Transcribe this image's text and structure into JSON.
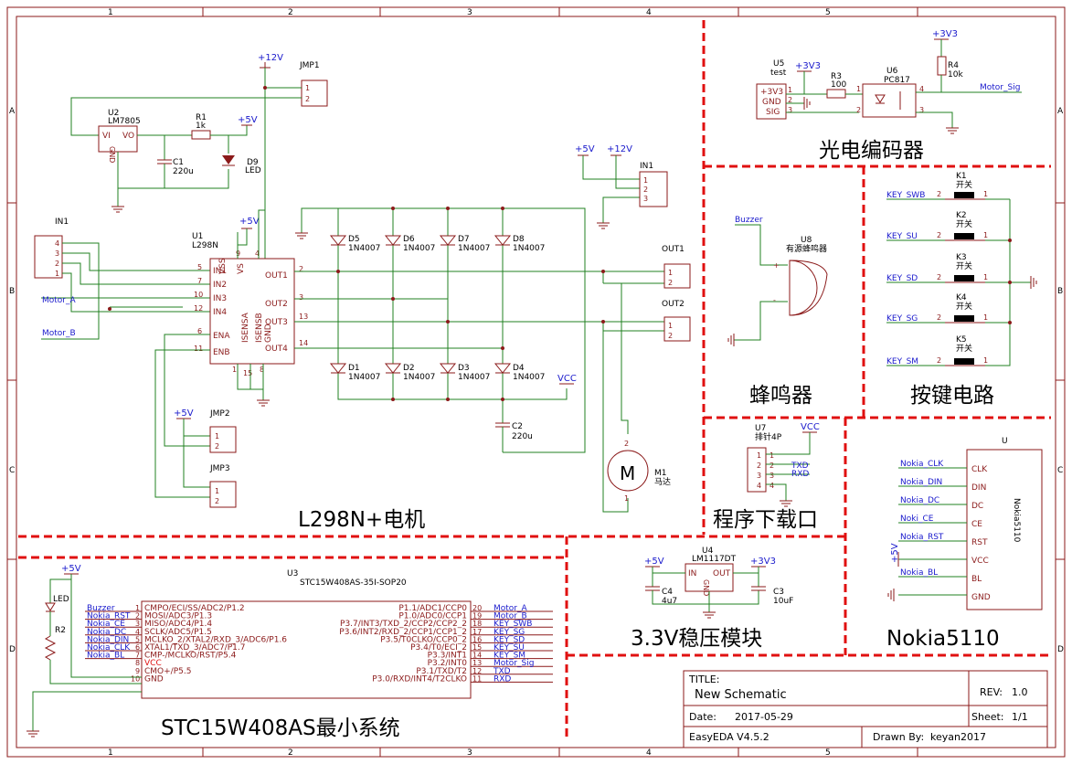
{
  "zones": {
    "cols": [
      "1",
      "2",
      "3",
      "4",
      "5"
    ],
    "rows": [
      "A",
      "B",
      "C",
      "D"
    ]
  },
  "sections": {
    "motor": "L298N+电机",
    "encoder": "光电编码器",
    "buzzer": "蜂鸣器",
    "keys": "按键电路",
    "download": "程序下载口",
    "regulator": "3.3V稳压模块",
    "nokia": "Nokia5110",
    "mcu": "STC15W408AS最小系统"
  },
  "power": {
    "v12": "+12V",
    "v5": "+5V",
    "v33": "+3V3",
    "vcc": "VCC"
  },
  "parts": {
    "jmp1": "JMP1",
    "jmp2": "JMP2",
    "jmp3": "JMP3",
    "u2": "U2",
    "u2_val": "LM7805",
    "u2_vi": "VI",
    "u2_vo": "VO",
    "u2_gnd": "GND",
    "r1": "R1",
    "r1_val": "1k",
    "c1": "C1",
    "c1_val": "220u",
    "d9": "D9",
    "d9_val": "LED",
    "in1": "IN1",
    "in1b": "IN1",
    "u1": "U1",
    "u1_val": "L298N",
    "u1_pins": [
      "IN1",
      "IN2",
      "IN3",
      "IN4",
      "ENA",
      "ENB",
      "VSS",
      "VS",
      "OUT1",
      "OUT2",
      "OUT3",
      "OUT4",
      "ISENSA",
      "ISENSB",
      "GND"
    ],
    "u1_nums": [
      "5",
      "7",
      "10",
      "12",
      "6",
      "11",
      "9",
      "4",
      "2",
      "3",
      "13",
      "14",
      "1",
      "15",
      "8"
    ],
    "diodes": [
      "D5",
      "D6",
      "D7",
      "D8",
      "D1",
      "D2",
      "D3",
      "D4"
    ],
    "diode_val": "1N4007",
    "c2": "C2",
    "c2_val": "220u",
    "out1": "OUT1",
    "out2": "OUT2",
    "m1": "M1",
    "m1_val": "马达",
    "m_glyph": "M",
    "u5": "U5",
    "u5_val": "test",
    "u5_pins": [
      "+3V3",
      "GND",
      "SIG"
    ],
    "r3": "R3",
    "r3_val": "100",
    "r4": "R4",
    "r4_val": "10k",
    "u6": "U6",
    "u6_val": "PC817",
    "u8": "U8",
    "u8_val": "有源蜂鸣器",
    "keys": [
      "K1",
      "K2",
      "K3",
      "K4",
      "K5"
    ],
    "key_val": "开关",
    "u7": "U7",
    "u7_val": "排针4P",
    "u4": "U4",
    "u4_val": "LM1117DT",
    "u4_in": "IN",
    "u4_out": "OUT",
    "u4_gnd": "GND",
    "c4": "C4",
    "c4_val": "4u7",
    "c3": "C3",
    "c3_val": "10uF",
    "u_nokia": "U",
    "nokia_name": "Nokia5110",
    "nokia_pins": [
      "CLK",
      "DIN",
      "DC",
      "CE",
      "RST",
      "VCC",
      "BL",
      "GND"
    ],
    "u3": "U3",
    "u3_val": "STC15W408AS-35I-SOP20",
    "led": "LED",
    "r2": "R2"
  },
  "nets": {
    "motor_a": "Motor_A",
    "motor_b": "Motor_B",
    "motor_sig": "Motor_Sig",
    "buzzer": "Buzzer",
    "keys": [
      "KEY_SWB",
      "KEY_SU",
      "KEY_SD",
      "KEY_SG",
      "KEY_SM"
    ],
    "txd": "TXD",
    "rxd": "RXD",
    "nokia": [
      "Nokia_CLK",
      "Nokia_DIN",
      "Nokia_DC",
      "Noki_CE",
      "Nokia_RST",
      "Nokia_BL"
    ]
  },
  "mcu_left": [
    {
      "net": "Buzzer",
      "num": "1",
      "pin": "CMPO/ECI/SS/ADC2/P1.2"
    },
    {
      "net": "Nokia_RST",
      "num": "2",
      "pin": "MOSI/ADC3/P1.3"
    },
    {
      "net": "Nokia_CE",
      "num": "3",
      "pin": "MISO/ADC4/P1.4"
    },
    {
      "net": "Nokia_DC",
      "num": "4",
      "pin": "SCLK/ADC5/P1.5"
    },
    {
      "net": "Nokia_DIN",
      "num": "5",
      "pin": "MCLKO_2/XTAL2/RXD_3/ADC6/P1.6"
    },
    {
      "net": "Nokia_CLK",
      "num": "6",
      "pin": "XTAL1/TXD_3/ADC7/P1.7"
    },
    {
      "net": "Nokia_BL",
      "num": "7",
      "pin": "CMP-/MCLKO/RST/P5.4"
    },
    {
      "net": "",
      "num": "8",
      "pin": "VCC"
    },
    {
      "net": "",
      "num": "9",
      "pin": "CMO+/P5.5"
    },
    {
      "net": "",
      "num": "10",
      "pin": "GND"
    }
  ],
  "mcu_right": [
    {
      "net": "Motor_A",
      "num": "20",
      "pin": "P1.1/ADC1/CCP0"
    },
    {
      "net": "Motor_B",
      "num": "19",
      "pin": "P1.0/ADC0/CCP1"
    },
    {
      "net": "KEY_SWB",
      "num": "18",
      "pin": "P3.7/INT3/TXD_2/CCP2/CCP2_2"
    },
    {
      "net": "KEY_SG",
      "num": "17",
      "pin": "P3.6/INT2/RXD_2/CCP1/CCP1_2"
    },
    {
      "net": "KEY_SD",
      "num": "16",
      "pin": "P3.5/T0CLKO/CCP0_2"
    },
    {
      "net": "KEY_SU",
      "num": "15",
      "pin": "P3.4/T0/ECI_2"
    },
    {
      "net": "KEY_SM",
      "num": "14",
      "pin": "P3.3/INT1"
    },
    {
      "net": "Motor_Sig",
      "num": "13",
      "pin": "P3.2/INT0"
    },
    {
      "net": "TXD",
      "num": "12",
      "pin": "P3.1/TXD/T2"
    },
    {
      "net": "RXD",
      "num": "11",
      "pin": "P3.0/RXD/INT4/T2CLKO"
    }
  ],
  "title_block": {
    "title_label": "TITLE:",
    "title": "New Schematic",
    "rev_label": "REV:",
    "rev": "1.0",
    "date_label": "Date:",
    "date": "2017-05-29",
    "sheet_label": "Sheet:",
    "sheet": "1/1",
    "tool": "EasyEDA V4.5.2",
    "drawn_label": "Drawn By:",
    "drawn": "keyan2017"
  }
}
